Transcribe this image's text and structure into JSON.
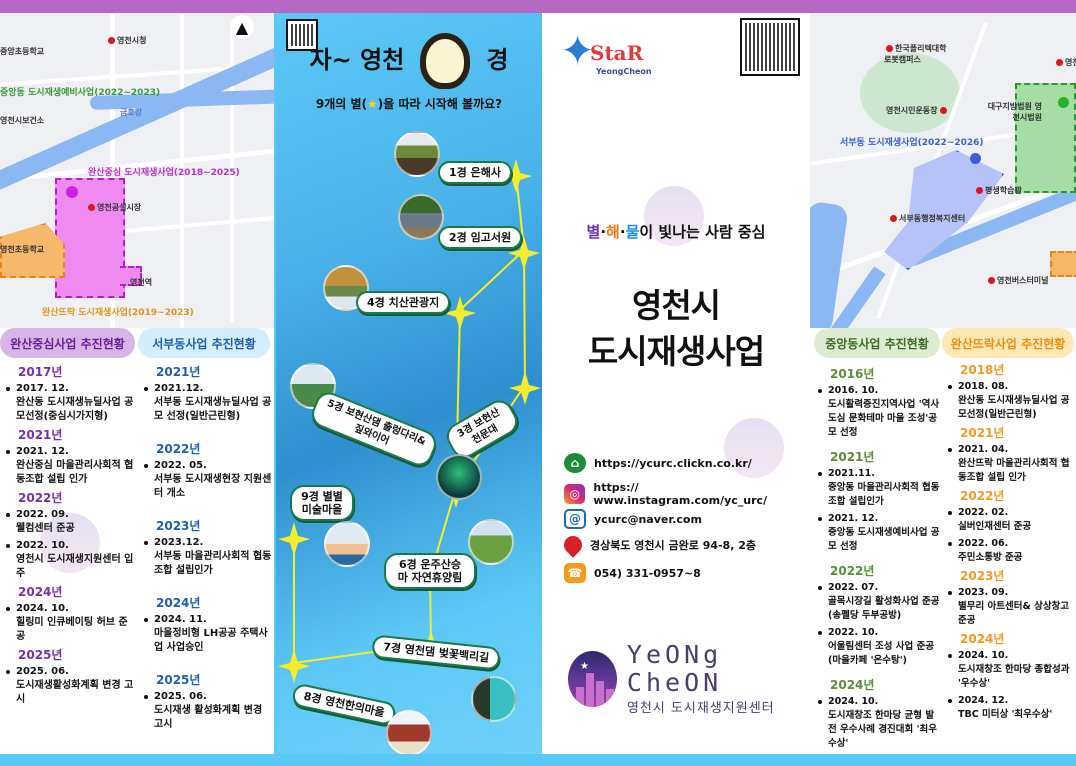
{
  "colors": {
    "top_bar": "#b569c5",
    "sky": "#5ac8f5",
    "wansan_purple": "#7a2fa8",
    "seobu_blue": "#1f5fb0",
    "jungang_green": "#5a8f3a",
    "ddeurak_orange": "#f59a1e"
  },
  "panel1": {
    "map": {
      "labels": [
        "영천시청",
        "중앙초등학교",
        "영천시보건소",
        "금호강",
        "영천공설시장",
        "영천초등학교",
        "영천역"
      ],
      "zones": [
        {
          "name": "중앙동 도시재생예비사업(2022~2023)",
          "color": "#3a9a3a"
        },
        {
          "name": "완산중심 도시재생사업(2018~2025)",
          "color": "#c02ec8"
        },
        {
          "name": "완산뜨락 도시재생사업(2019~2023)",
          "color": "#e8921a"
        }
      ],
      "north_arrow": "north-arrow-icon"
    },
    "wansan": {
      "header": "완산중심사업 추진현황",
      "years": [
        {
          "year": "2017년",
          "entries": [
            {
              "date": "2017. 12.",
              "text": "완산동 도시재생뉴딜사업 공모선정(중심시가지형)"
            }
          ]
        },
        {
          "year": "2021년",
          "entries": [
            {
              "date": "2021. 12.",
              "text": "완산중심 마을관리사회적 협동조합 설립 인가"
            }
          ]
        },
        {
          "year": "2022년",
          "entries": [
            {
              "date": "2022. 09.",
              "text": "웰컴센터 준공"
            },
            {
              "date": "2022. 10.",
              "text": "영천시 도시재생지원센터 입주"
            }
          ]
        },
        {
          "year": "2024년",
          "entries": [
            {
              "date": "2024. 10.",
              "text": "힐링미 인큐베이팅 허브 준공"
            }
          ]
        },
        {
          "year": "2025년",
          "entries": [
            {
              "date": "2025. 06.",
              "text": "도시재생활성화계획 변경 고시"
            }
          ]
        }
      ]
    },
    "seobu": {
      "header": "서부동사업 추진현황",
      "years": [
        {
          "year": "2021년",
          "entries": [
            {
              "date": "2021.12.",
              "text": "서부동 도시재생뉴딜사업 공모 선정(일반근린형)"
            }
          ]
        },
        {
          "year": "2022년",
          "entries": [
            {
              "date": "2022. 05.",
              "text": "서부동 도시재생현장 지원센터 개소"
            }
          ]
        },
        {
          "year": "2023년",
          "entries": [
            {
              "date": "2023.12.",
              "text": "서부동 마을관리사회적 협동조합 설립인가"
            }
          ]
        },
        {
          "year": "2024년",
          "entries": [
            {
              "date": "2024. 11.",
              "text": "마을정비형 LH공공 주택사업 사업승인"
            }
          ]
        },
        {
          "year": "2025년",
          "entries": [
            {
              "date": "2025. 06.",
              "text": "도시재생 활성화계획 변경 고시"
            }
          ]
        }
      ]
    }
  },
  "panel2": {
    "title_left": "자~ 영천",
    "title_right": "경",
    "subtitle_pre": "9개의 별(",
    "subtitle_star": "★",
    "subtitle_post": ")을 따라 시작해 볼까요?",
    "spots": [
      {
        "label": "1경 은해사"
      },
      {
        "label": "2경 임고서원"
      },
      {
        "label": "3경 보현산 천문대"
      },
      {
        "label": "4경 치산관광지"
      },
      {
        "label": "5경 보현산댐 출렁다리&짚와이어"
      },
      {
        "label": "6경 운주산승마 자연휴양림"
      },
      {
        "label": "7경 영천댐 벚꽃백리길"
      },
      {
        "label": "8경 영천한의마을"
      },
      {
        "label": "9경 별별 미술마을"
      }
    ]
  },
  "panel3": {
    "logo_text": "StaR",
    "logo_sub": "YeongCheon",
    "slogan_c1": "별",
    "slogan_c2": "해",
    "slogan_c3": "물",
    "slogan_rest": "이 빛나는 사람 중심",
    "title_line1": "영천시",
    "title_line2": "도시재생사업",
    "contacts": [
      {
        "icon": "home-icon",
        "text": "https://ycurc.clickn.co.kr/"
      },
      {
        "icon": "instagram-icon",
        "text": "https:// www.instagram.com/yc_urc/"
      },
      {
        "icon": "email-icon",
        "text": "ycurc@naver.com"
      },
      {
        "icon": "location-pin-icon",
        "text": "경상북도 영천시 금완로 94-8, 2층"
      },
      {
        "icon": "phone-icon",
        "text": "054) 331-0957~8"
      }
    ],
    "center_logo_en": "YeONg CheON",
    "center_logo_ko": "영천시 도시재생지원센터"
  },
  "panel4": {
    "map": {
      "labels": [
        "한국폴리텍대학 로봇캠퍼스",
        "영천시민운동장",
        "대구지방법원 영천시법원",
        "평생학습관",
        "서부동행정복지센터",
        "영천버스터미널",
        "영천"
      ],
      "zones": [
        {
          "name": "서부동 도시재생사업(2022~2026)",
          "color": "#3a5fd8"
        }
      ]
    },
    "jungang": {
      "header": "중앙동사업 추진현황",
      "years": [
        {
          "year": "2016년",
          "entries": [
            {
              "date": "2016. 10.",
              "text": "도시활력증진지역사업 '역사도심 문화테마 마을 조성'공모 선정"
            }
          ]
        },
        {
          "year": "2021년",
          "entries": [
            {
              "date": "2021.11.",
              "text": "중앙동 마을관리사회적 협동조합 설립인가"
            },
            {
              "date": "2021. 12.",
              "text": "중앙동 도시재생예비사업 공모 선정"
            }
          ]
        },
        {
          "year": "2022년",
          "entries": [
            {
              "date": "2022. 07.",
              "text": "골목시장길 활성화사업 준공(송펠당 두부공방)"
            },
            {
              "date": "2022. 10.",
              "text": "어울림센터 조성 사업 준공(마을카페 '온수탕')"
            }
          ]
        },
        {
          "year": "2024년",
          "entries": [
            {
              "date": "2024. 10.",
              "text": "도시재창조 한마당 균형 발전 우수사례 경진대회 '최우수상'"
            }
          ]
        }
      ]
    },
    "ddeurak": {
      "header": "완산뜨락사업 추진현황",
      "years": [
        {
          "year": "2018년",
          "entries": [
            {
              "date": "2018. 08.",
              "text": "완산동 도시재생뉴딜사업 공모선정(일반근린형)"
            }
          ]
        },
        {
          "year": "2021년",
          "entries": [
            {
              "date": "2021. 04.",
              "text": "완산뜨락 마을관리사회적 협동조합 설립 인가"
            }
          ]
        },
        {
          "year": "2022년",
          "entries": [
            {
              "date": "2022. 02.",
              "text": "실버인재센터 준공"
            },
            {
              "date": "2022. 06.",
              "text": "주민소통방 준공"
            }
          ]
        },
        {
          "year": "2023년",
          "entries": [
            {
              "date": "2023. 09.",
              "text": "별무리 아트센터& 상상창고 준공"
            }
          ]
        },
        {
          "year": "2024년",
          "entries": [
            {
              "date": "2024. 10.",
              "text": "도시재창조 한마당 종합성과 '우수상'"
            },
            {
              "date": "2024. 12.",
              "text": "TBC 미터상 '최우수상'"
            }
          ]
        }
      ]
    }
  }
}
